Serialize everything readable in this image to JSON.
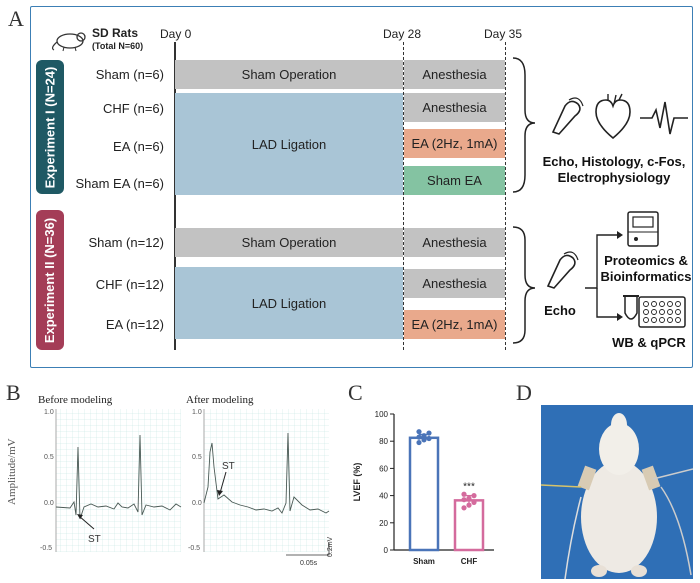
{
  "panels": {
    "a": "A",
    "b": "B",
    "c": "C",
    "d": "D"
  },
  "header": {
    "rats": "SD Rats",
    "total": "(Total N=60)",
    "day0": "Day 0",
    "day28": "Day 28",
    "day35": "Day 35"
  },
  "exp1": {
    "label": "Experiment I (N=24)",
    "rows": [
      "Sham (n=6)",
      "CHF (n=6)",
      "EA (n=6)",
      "Sham EA (n=6)"
    ],
    "sham_op": "Sham Operation",
    "lad": "LAD Ligation",
    "post": [
      "Anesthesia",
      "Anesthesia",
      "EA (2Hz, 1mA)",
      "Sham EA"
    ],
    "outcome": "Echo, Histology, c-Fos, Electrophysiology"
  },
  "exp2": {
    "label": "Experiment II (N=36)",
    "rows": [
      "Sham (n=12)",
      "CHF (n=12)",
      "EA (n=12)"
    ],
    "sham_op": "Sham Operation",
    "lad": "LAD Ligation",
    "post": [
      "Anesthesia",
      "Anesthesia",
      "EA (2Hz, 1mA)"
    ],
    "echo": "Echo",
    "prot": "Proteomics & Bioinformatics",
    "wb": "WB & qPCR"
  },
  "ecg": {
    "before": "Before modeling",
    "after": "After modeling",
    "ylabel": "Amplitude/mV",
    "st": "ST",
    "yticks": [
      "1.0",
      "0.5",
      "0.0",
      "-0.5"
    ],
    "scale_x": "0.05s",
    "scale_y": "0.2mV"
  },
  "colors": {
    "gray": "#c2c2c2",
    "blue": "#a9c5d6",
    "salmon": "#e9a98c",
    "green": "#84c3a2",
    "border": "#3c7fb5"
  },
  "chart_data": {
    "type": "bar",
    "categories": [
      "Sham",
      "CHF"
    ],
    "values": [
      82.5,
      36.5
    ],
    "points": {
      "Sham": [
        79,
        81,
        82,
        83,
        84,
        86,
        87
      ],
      "CHF": [
        31,
        33,
        35,
        37,
        38,
        40,
        41
      ]
    },
    "error": [
      2.5,
      3.5
    ],
    "ylabel": "LVEF (%)",
    "ylim": [
      0,
      100
    ],
    "yticks": [
      0,
      20,
      40,
      60,
      80,
      100
    ],
    "significance": "***",
    "colors": [
      "#4a74b8",
      "#d46b9d"
    ]
  }
}
